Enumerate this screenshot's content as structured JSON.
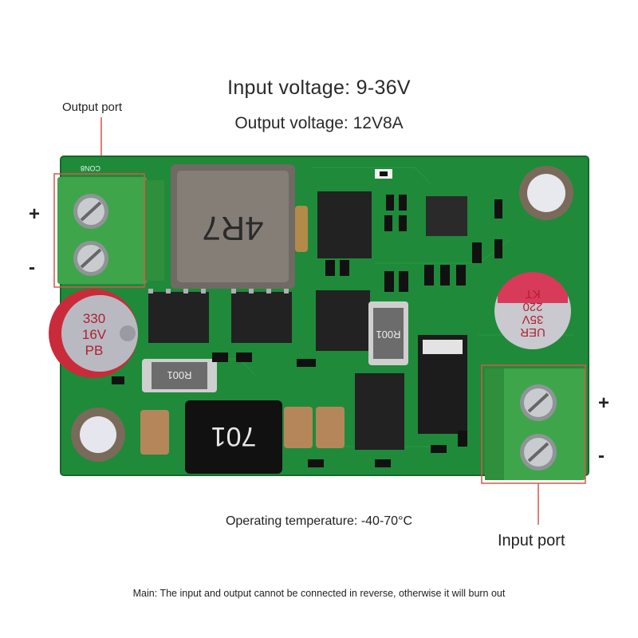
{
  "heading": {
    "input_voltage": "Input voltage: 9-36V",
    "output_voltage": "Output voltage: 12V8A"
  },
  "labels": {
    "output_port": "Output port",
    "input_port": "Input port",
    "output_plus": "+",
    "output_minus": "-",
    "input_plus": "+",
    "input_minus": "-"
  },
  "temperature": "Operating temperature: -40-70°C",
  "note": "Main: The input and output cannot be connected in reverse, otherwise it will burn out",
  "board_markings": {
    "inductor_main": "4R7",
    "inductor_small": "701",
    "cap_left": [
      "330",
      "16V",
      "PB"
    ],
    "cap_right": [
      "UER",
      "35V",
      "220",
      "KT"
    ],
    "resistor_mid": "R001",
    "resistor_left": "R001",
    "silk_con": "CON8"
  },
  "colors": {
    "pcb": "#1f8a3a",
    "terminal": "#3fa54a",
    "highlight_box": "#d9564a"
  }
}
